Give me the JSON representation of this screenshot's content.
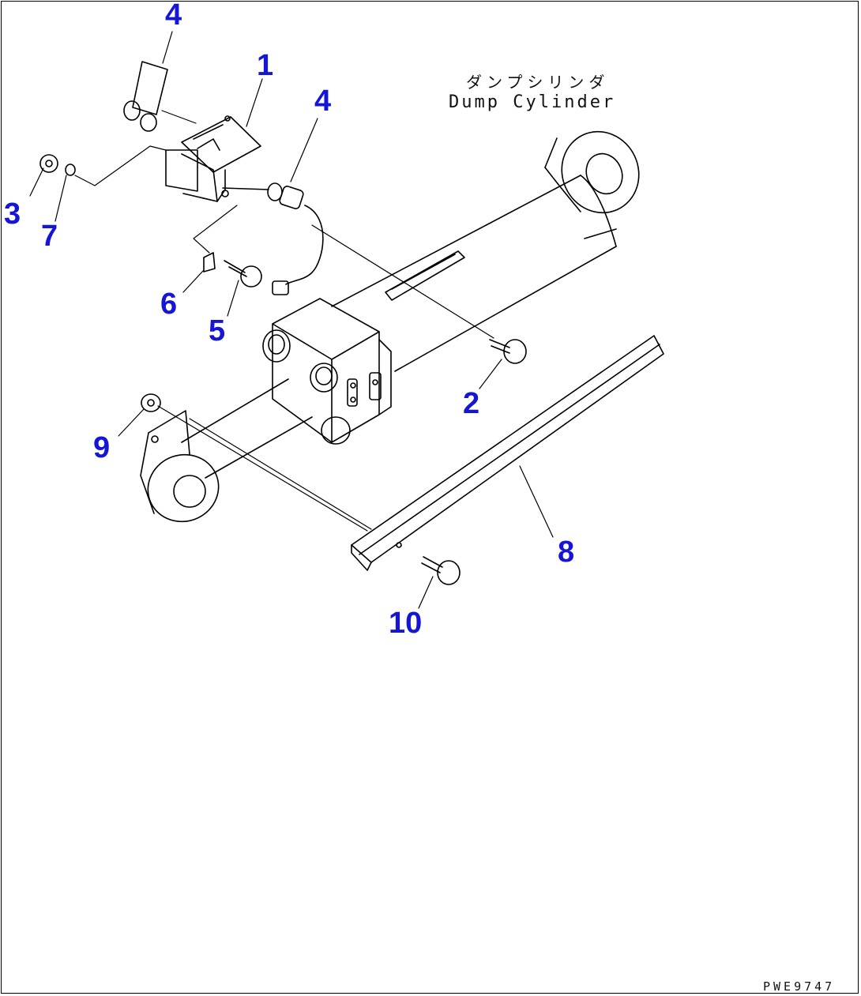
{
  "title_jp": "ダンプシリンダ",
  "title_en": "Dump Cylinder",
  "drawing_number": "PWE9747",
  "colors": {
    "callout": "#1515d8",
    "line": "#000000",
    "background": "#ffffff"
  },
  "callouts": {
    "c1": "1",
    "c2": "2",
    "c3": "3",
    "c4a": "4",
    "c4b": "4",
    "c5": "5",
    "c6": "6",
    "c7": "7",
    "c8": "8",
    "c9": "9",
    "c10": "10"
  }
}
